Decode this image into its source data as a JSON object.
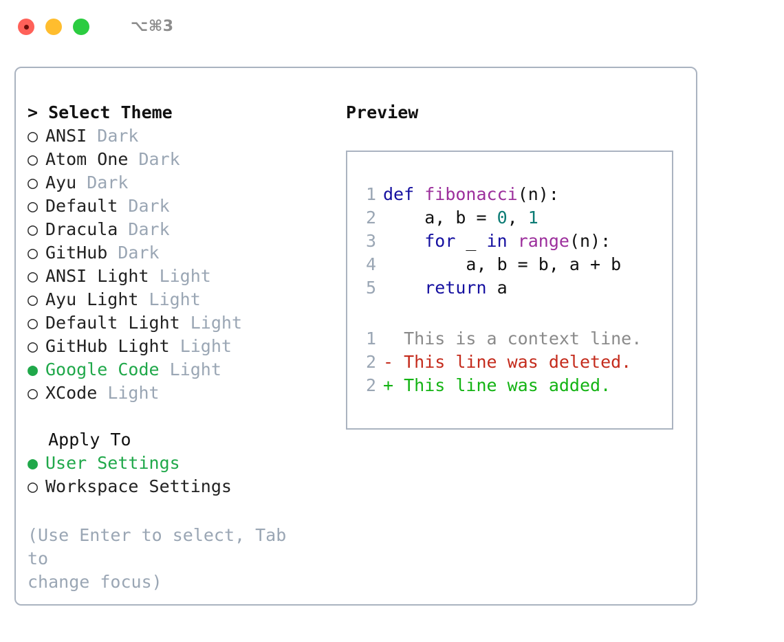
{
  "window": {
    "title": "⌥⌘3",
    "traffic_lights": [
      {
        "name": "close",
        "color": "#ff6159"
      },
      {
        "name": "minimize",
        "color": "#ffbd2e"
      },
      {
        "name": "maximize",
        "color": "#2bcc40"
      }
    ]
  },
  "theme_picker": {
    "header_prefix": "> ",
    "header": "Select Theme",
    "bullet_selected": "●",
    "bullet_unselected": "○",
    "items": [
      {
        "bullet": "○",
        "name": "ANSI",
        "tag": "Dark",
        "selected": false
      },
      {
        "bullet": "○",
        "name": "Atom One",
        "tag": "Dark",
        "selected": false
      },
      {
        "bullet": "○",
        "name": "Ayu",
        "tag": "Dark",
        "selected": false
      },
      {
        "bullet": "○",
        "name": "Default",
        "tag": "Dark",
        "selected": false
      },
      {
        "bullet": "○",
        "name": "Dracula",
        "tag": "Dark",
        "selected": false
      },
      {
        "bullet": "○",
        "name": "GitHub",
        "tag": "Dark",
        "selected": false
      },
      {
        "bullet": "○",
        "name": "ANSI Light",
        "tag": "Light",
        "selected": false
      },
      {
        "bullet": "○",
        "name": "Ayu Light",
        "tag": "Light",
        "selected": false
      },
      {
        "bullet": "○",
        "name": "Default Light",
        "tag": "Light",
        "selected": false
      },
      {
        "bullet": "○",
        "name": "GitHub Light",
        "tag": "Light",
        "selected": false
      },
      {
        "bullet": "●",
        "name": "Google Code",
        "tag": "Light",
        "selected": true
      },
      {
        "bullet": "○",
        "name": "XCode",
        "tag": "Light",
        "selected": false
      }
    ]
  },
  "apply_to": {
    "header": "Apply To",
    "items": [
      {
        "bullet": "●",
        "name": "User Settings",
        "selected": true
      },
      {
        "bullet": "○",
        "name": "Workspace Settings",
        "selected": false
      }
    ]
  },
  "hint": {
    "line1": "(Use Enter to select, Tab to",
    "line2": "change focus)"
  },
  "preview": {
    "label": "Preview",
    "code_lines": [
      {
        "number": "1",
        "tokens": [
          {
            "text": "def ",
            "kind": "kw"
          },
          {
            "text": "fibonacci",
            "kind": "fn"
          },
          {
            "text": "(n):",
            "kind": "pl"
          }
        ]
      },
      {
        "number": "2",
        "tokens": [
          {
            "text": "    a, b = ",
            "kind": "pl"
          },
          {
            "text": "0",
            "kind": "num"
          },
          {
            "text": ", ",
            "kind": "pl"
          },
          {
            "text": "1",
            "kind": "num"
          }
        ]
      },
      {
        "number": "3",
        "tokens": [
          {
            "text": "    ",
            "kind": "pl"
          },
          {
            "text": "for",
            "kind": "kw"
          },
          {
            "text": " _ ",
            "kind": "pl"
          },
          {
            "text": "in",
            "kind": "kw"
          },
          {
            "text": " ",
            "kind": "pl"
          },
          {
            "text": "range",
            "kind": "fn"
          },
          {
            "text": "(n):",
            "kind": "pl"
          }
        ]
      },
      {
        "number": "4",
        "tokens": [
          {
            "text": "        a, b = b, a + b",
            "kind": "pl"
          }
        ]
      },
      {
        "number": "5",
        "tokens": [
          {
            "text": "    ",
            "kind": "pl"
          },
          {
            "text": "return",
            "kind": "kw"
          },
          {
            "text": " a",
            "kind": "pl"
          }
        ]
      }
    ],
    "diff_lines": [
      {
        "number": "1",
        "marker": "  ",
        "text": "This is a context line.",
        "kind": "ctx"
      },
      {
        "number": "2",
        "marker": "- ",
        "text": "This line was deleted.",
        "kind": "del"
      },
      {
        "number": "2",
        "marker": "+ ",
        "text": "This line was added.",
        "kind": "add"
      }
    ]
  },
  "colors": {
    "accent_green": "#20a84a",
    "muted": "#9aa6b4",
    "border": "#aab3c0",
    "keyword": "#1510a0",
    "function": "#9c2f9c",
    "number": "#0b7b74",
    "diff_add": "#13b313",
    "diff_del": "#c42b1c",
    "diff_context": "#8a8a8a"
  }
}
